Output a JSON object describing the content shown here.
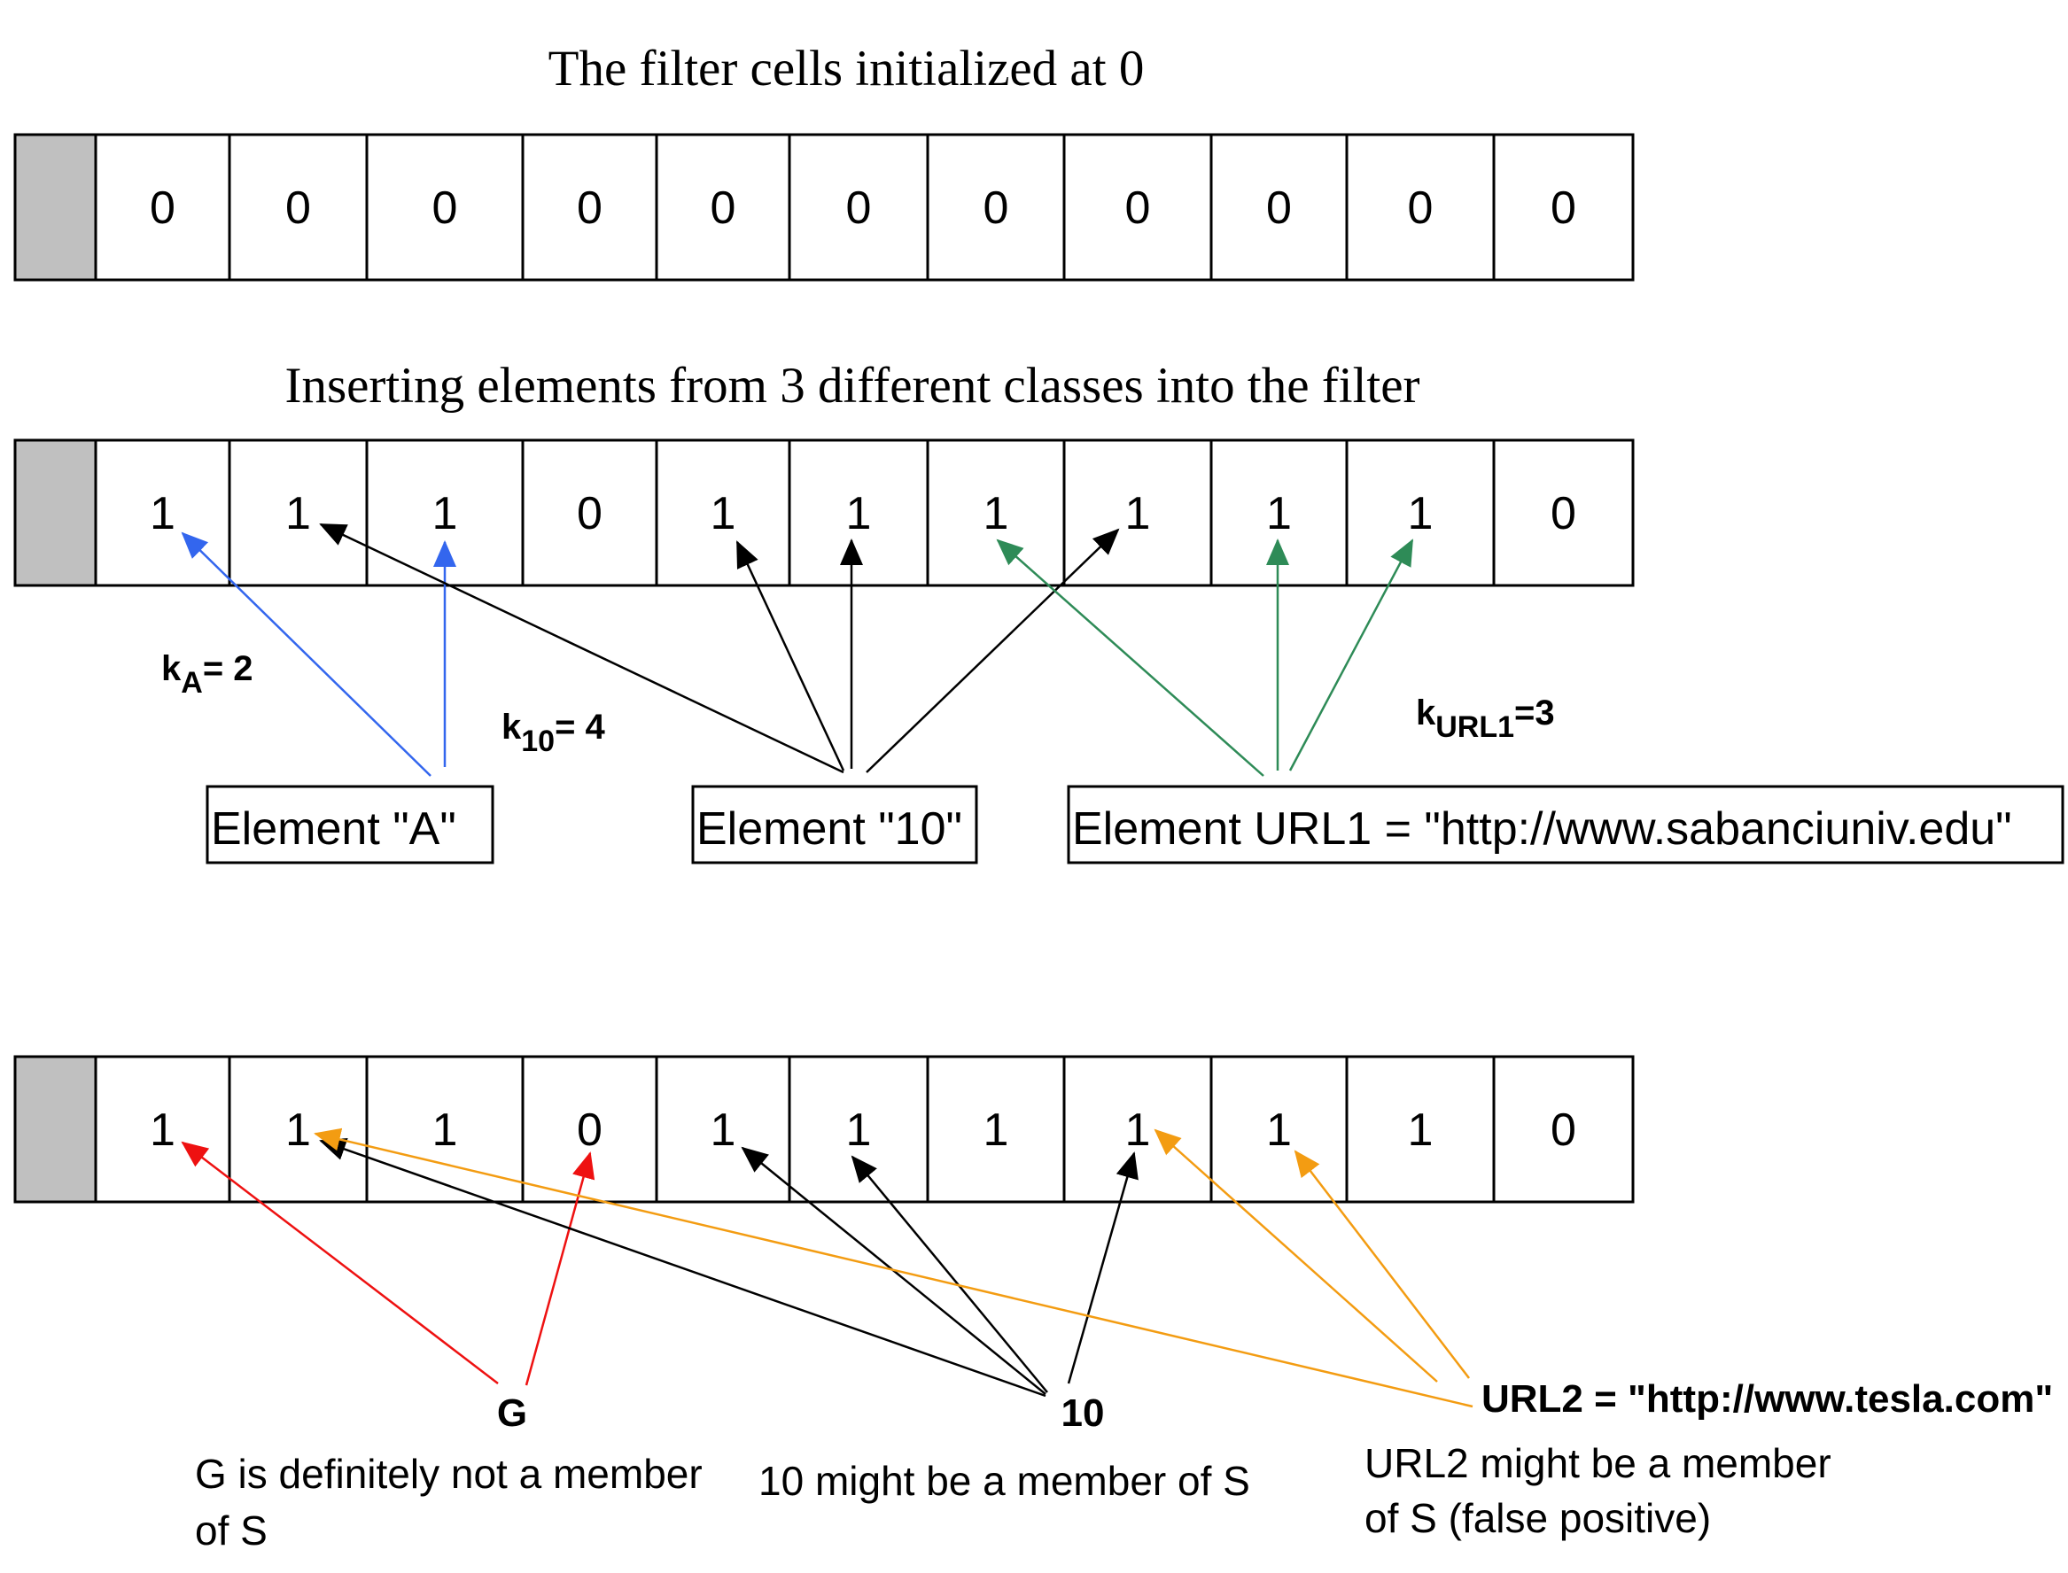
{
  "titles": {
    "initialized": "The filter cells initialized at 0",
    "inserting": "Inserting elements from 3 different classes into the filter"
  },
  "filters": {
    "initial": [
      "0",
      "0",
      "0",
      "0",
      "0",
      "0",
      "0",
      "0",
      "0",
      "0",
      "0"
    ],
    "inserted": [
      "1",
      "1",
      "1",
      "0",
      "1",
      "1",
      "1",
      "1",
      "1",
      "1",
      "0"
    ],
    "query": [
      "1",
      "1",
      "1",
      "0",
      "1",
      "1",
      "1",
      "1",
      "1",
      "1",
      "0"
    ]
  },
  "hash_counts": {
    "a": {
      "base": "k",
      "sub": "A",
      "rest": "= 2"
    },
    "ten": {
      "base": "k",
      "sub": "10",
      "rest": "= 4"
    },
    "url1": {
      "base": "k",
      "sub": "URL1",
      "rest": "=3"
    }
  },
  "elements": {
    "a": "Element \"A\"",
    "ten": "Element \"10\"",
    "url1": "Element URL1 = \"http://www.sabanciuniv.edu\""
  },
  "queries": {
    "g": {
      "label": "G",
      "note_line1": "G is definitely not a member",
      "note_line2": "of S"
    },
    "ten": {
      "label": "10",
      "note_line1": "10 might be a member of S"
    },
    "url2": {
      "label": "URL2 = \"http://www.tesla.com\"",
      "note_line1": "URL2 might be a member",
      "note_line2": "of S (false positive)"
    }
  },
  "colors": {
    "class_a": "#3366ee",
    "class_10": "#000000",
    "class_url": "#2e8b57",
    "query_g": "#ee1111",
    "query_10": "#000000",
    "query_url2": "#f39c12",
    "gray_cell": "#c0c0c0"
  }
}
